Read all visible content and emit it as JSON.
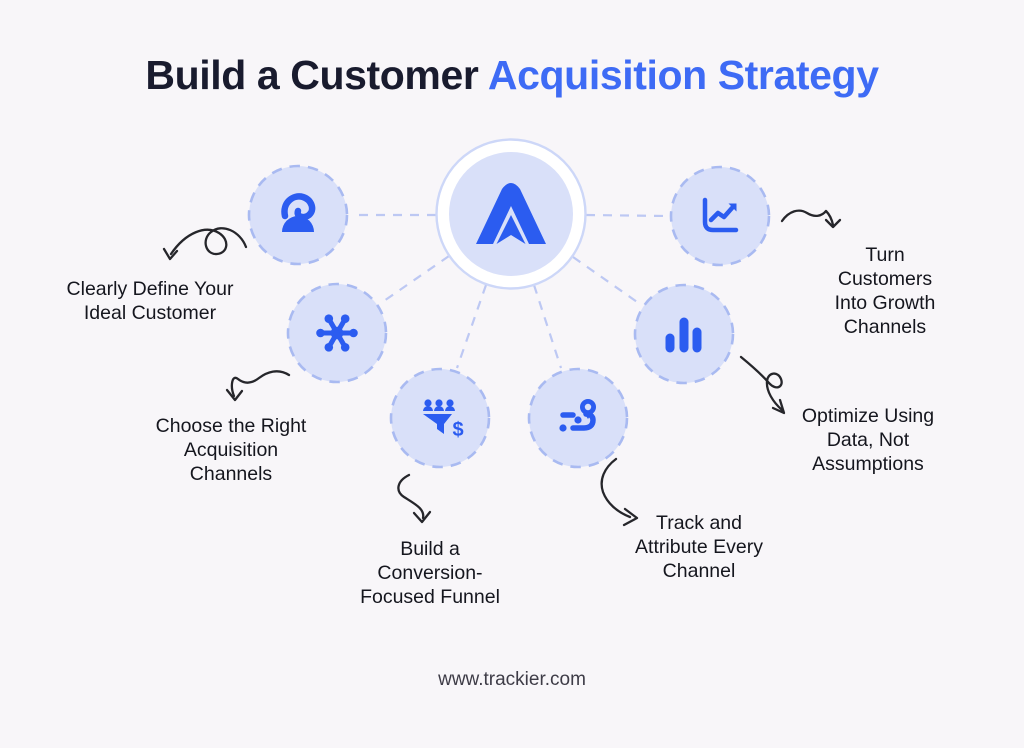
{
  "title": {
    "prefix": "Build a Customer ",
    "highlight": "Acquisition Strategy"
  },
  "hub": {
    "icon": "trackier-logo-icon"
  },
  "nodes": [
    {
      "id": "define-customer",
      "icon": "person-signal-icon",
      "label": "Clearly Define Your\nIdeal Customer"
    },
    {
      "id": "choose-channels",
      "icon": "network-hub-icon",
      "label": "Choose the Right\nAcquisition\nChannels"
    },
    {
      "id": "conversion-funnel",
      "icon": "funnel-dollar-icon",
      "label": "Build a\nConversion-\nFocused Funnel"
    },
    {
      "id": "track-attribute",
      "icon": "route-pin-icon",
      "label": "Track and\nAttribute Every\nChannel"
    },
    {
      "id": "optimize-data",
      "icon": "bar-chart-icon",
      "label": "Optimize Using\nData, Not\nAssumptions"
    },
    {
      "id": "growth-channels",
      "icon": "line-chart-icon",
      "label": "Turn Customers\nInto Growth\nChannels"
    }
  ],
  "footer": {
    "website": "www.trackier.com"
  },
  "colors": {
    "background": "#f8f6f9",
    "title_dark": "#191b2e",
    "title_blue": "#3e6bf5",
    "icon_blue": "#2b5cf0",
    "circle_fill": "#d9e0f9",
    "circle_dash_border": "#a9baf1",
    "connector_dash": "#bdc8f3",
    "arrow_ink": "#26262b",
    "label_text": "#15161e",
    "footer_text": "#3e3c47"
  }
}
